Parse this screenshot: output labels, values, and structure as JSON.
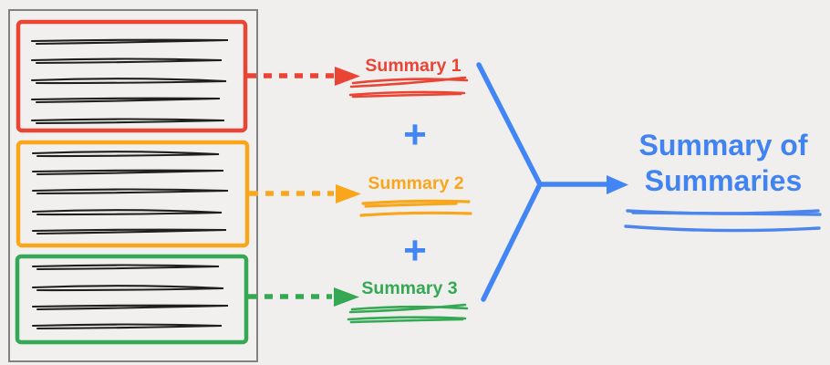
{
  "diagram": {
    "description": "Document sections summarized into individual summaries combined into a summary of summaries",
    "background_color": "#f0efee"
  },
  "colors": {
    "red": "#ea4435",
    "orange": "#f9a61b",
    "green": "#34a853",
    "blue": "#4285f4",
    "ink": "#202124",
    "document_border": "#818181"
  },
  "document": {
    "sections": [
      {
        "id": "section-1",
        "color": "#ea4435",
        "scribble_line_count": 5
      },
      {
        "id": "section-2",
        "color": "#f9a61b",
        "scribble_line_count": 5
      },
      {
        "id": "section-3",
        "color": "#34a853",
        "scribble_line_count": 4
      }
    ]
  },
  "summaries": [
    {
      "label": "Summary 1",
      "color": "#ea4435"
    },
    {
      "label": "Summary 2",
      "color": "#f9a61b"
    },
    {
      "label": "Summary 3",
      "color": "#34a853"
    }
  ],
  "plus_operator": "+",
  "result": {
    "title_line1": "Summary of",
    "title_line2": "Summaries",
    "color": "#4285f4"
  }
}
